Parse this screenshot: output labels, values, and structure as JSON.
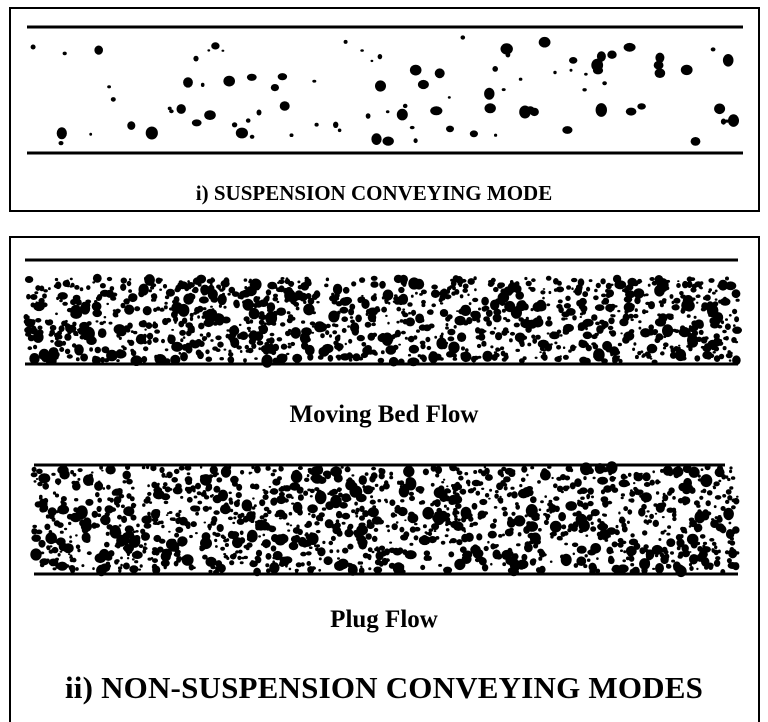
{
  "figure": {
    "panel_suspension": {
      "caption": "i) SUSPENSION CONVEYING MODE"
    },
    "panel_non_suspension": {
      "caption": "ii) NON-SUSPENSION CONVEYING MODES",
      "moving_bed": {
        "caption": "Moving Bed Flow"
      },
      "plug_flow": {
        "caption": "Plug Flow"
      }
    }
  }
}
